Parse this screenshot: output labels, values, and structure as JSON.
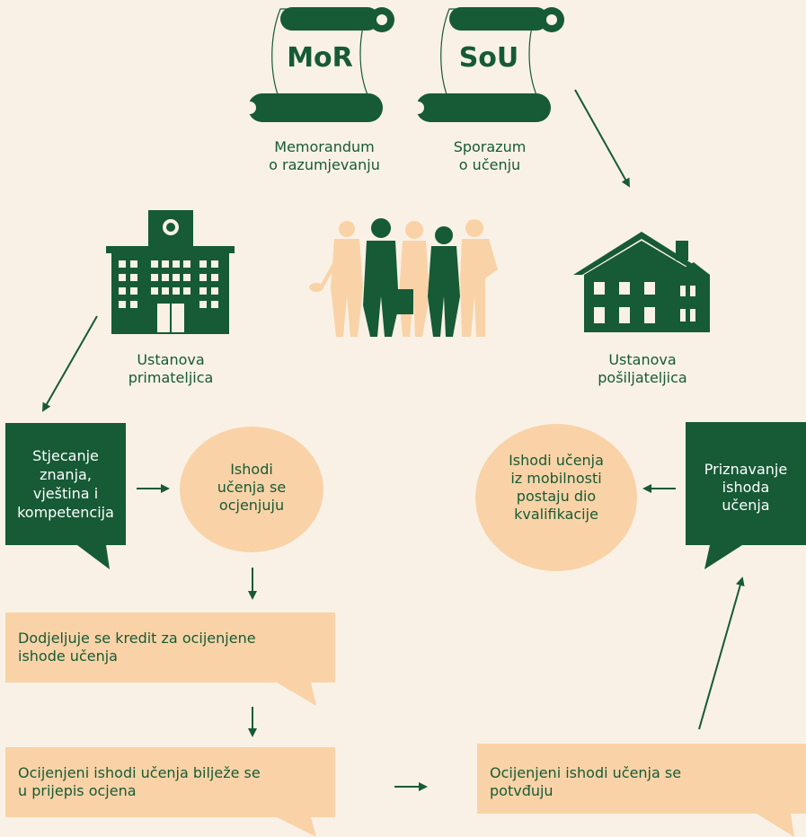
{
  "scrolls": {
    "mor": {
      "abbr": "MoR",
      "caption_line1": "Memorandum",
      "caption_line2": "o razumjevanju"
    },
    "sou": {
      "abbr": "SoU",
      "caption_line1": "Sporazum",
      "caption_line2": "o učenju"
    }
  },
  "institutions": {
    "receiving": {
      "line1": "Ustanova",
      "line2": "primateljica"
    },
    "sending": {
      "line1": "Ustanova",
      "line2": "pošiljateljica"
    }
  },
  "boxes": {
    "acquiring": {
      "lines": [
        "Stjecanje",
        "znanja,",
        "vještina i",
        "kompetencija"
      ]
    },
    "assessed": {
      "lines": [
        "Ishodi",
        "učenja se",
        "ocjenjuju"
      ]
    },
    "part_of_qual": {
      "lines": [
        "Ishodi učenja",
        "iz mobilnosti",
        "postaju dio",
        "kvalifikacije"
      ]
    },
    "recognition": {
      "lines": [
        "Priznavanje",
        "ishoda",
        "učenja"
      ]
    },
    "credit": {
      "lines": [
        "Dodjeljuje se kredit za ocijenjene",
        "ishode učenja"
      ]
    },
    "transcript": {
      "lines": [
        "Ocijenjeni ishodi učenja bilježe se",
        "u prijepis ocjena"
      ]
    },
    "confirmed": {
      "lines": [
        "Ocijenjeni ishodi učenja se",
        "potvđuju"
      ]
    }
  },
  "colors": {
    "green": "#165a36",
    "peach": "#f9d3a7",
    "background": "#f9f1e6"
  }
}
